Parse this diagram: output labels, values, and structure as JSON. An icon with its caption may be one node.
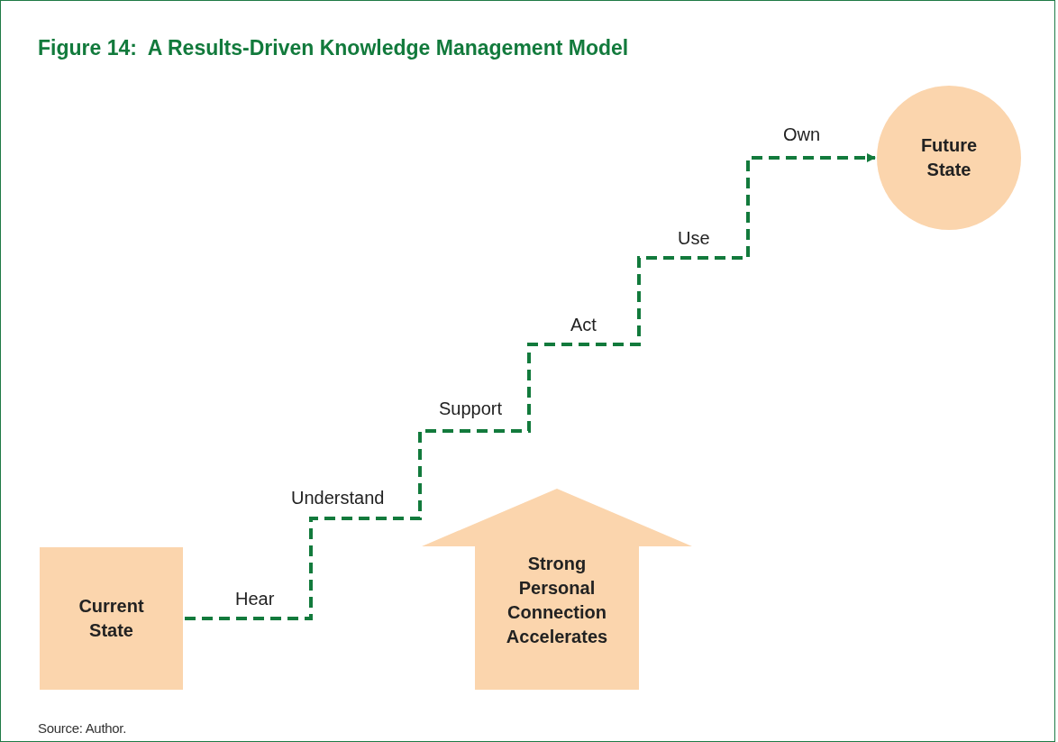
{
  "diagram": {
    "title": "Figure 14:  A Results-Driven Knowledge Management Model",
    "caption": "Source: Author.",
    "nodes": [
      {
        "text": [
          "Current State"
        ]
      },
      {
        "text": [
          "Future State"
        ]
      },
      {
        "text": [
          "Strong Personal Connection Accelerates"
        ]
      }
    ],
    "edges": [
      {
        "from": 0,
        "to": 1,
        "arrow": "to",
        "style": "dashed"
      }
    ],
    "labels": [
      "Own",
      "Use",
      "Act",
      "Support",
      "Understand",
      "Hear"
    ]
  }
}
